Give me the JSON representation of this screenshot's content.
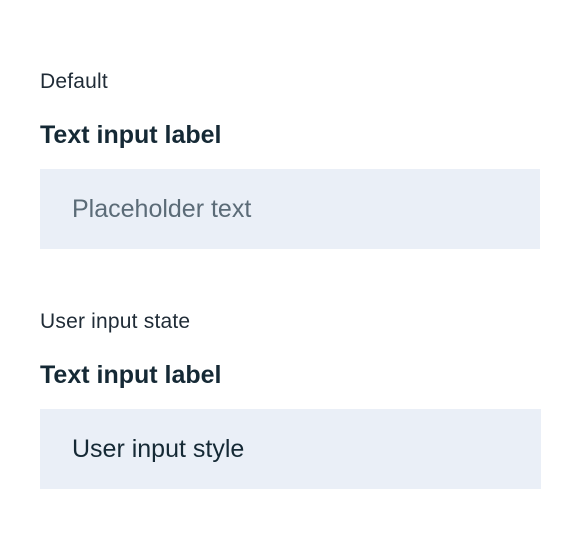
{
  "default_state": {
    "caption": "Default",
    "label": "Text input label",
    "input": {
      "value": "",
      "placeholder": "Placeholder text"
    }
  },
  "user_input_state": {
    "caption": "User input state",
    "label": "Text input label",
    "input": {
      "value": "User input style",
      "placeholder": ""
    }
  },
  "colors": {
    "input_background": "#eaeff7",
    "label_text": "#152935",
    "placeholder_text": "#5b6b77"
  }
}
